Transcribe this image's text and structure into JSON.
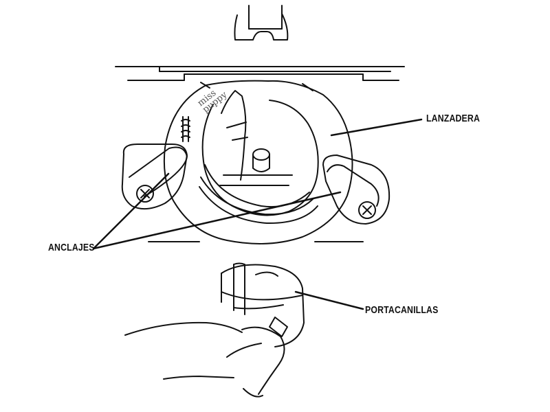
{
  "labels": {
    "lanzadera": "LANZADERA",
    "anclajes": "ANCLAJES",
    "portacanillas": "PORTACANILLAS"
  },
  "logo": {
    "line1": "miss",
    "line2": "puppy"
  },
  "colors": {
    "ink": "#111111",
    "background": "#ffffff"
  }
}
